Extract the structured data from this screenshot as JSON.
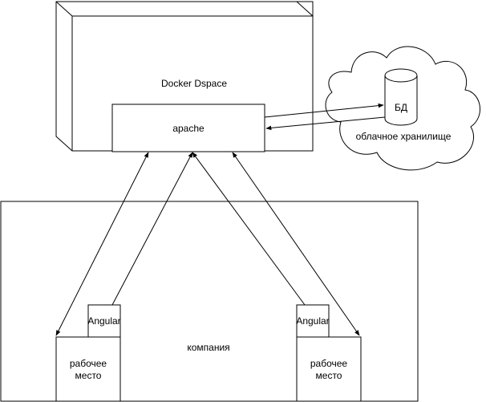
{
  "docker": {
    "label": "Docker Dspace"
  },
  "apache": {
    "label": "apache"
  },
  "cloud": {
    "label": "облачное хранилище"
  },
  "db": {
    "label": "БД"
  },
  "company": {
    "label": "компания"
  },
  "workstation_left": {
    "line1": "рабочее",
    "line2": "место"
  },
  "workstation_right": {
    "line1": "рабочее",
    "line2": "место"
  },
  "angular_left": {
    "label": "Angular"
  },
  "angular_right": {
    "label": "Angular"
  },
  "colors": {
    "stroke": "#000000",
    "fill": "#ffffff",
    "background": "#ffffff"
  }
}
